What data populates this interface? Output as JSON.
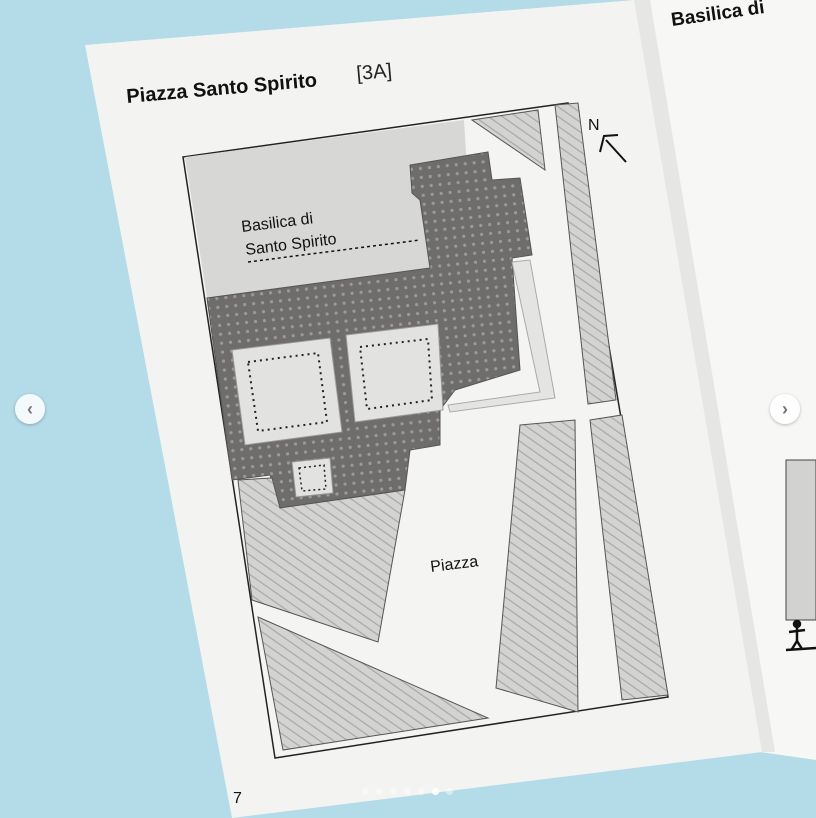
{
  "page": {
    "title": "Piazza Santo Spirito",
    "code": "[3A]",
    "number": "7",
    "next_page_title": "Basilica di"
  },
  "map": {
    "basilica_label_line1": "Basilica di",
    "basilica_label_line2": "Santo Spirito",
    "piazza_label": "Piazza",
    "north_label": "N"
  },
  "carousel": {
    "prev_icon": "chevron-left-icon",
    "next_icon": "chevron-right-icon",
    "prev_glyph": "‹",
    "next_glyph": "›",
    "slide_count": 7,
    "active_slide": 6
  },
  "colors": {
    "background": "#b4dbe8",
    "paper": "#f3f3f1",
    "dark_building": "#6f6e6c",
    "light_area": "#d6d6d4",
    "hatched_block": "#d2d2d0"
  }
}
